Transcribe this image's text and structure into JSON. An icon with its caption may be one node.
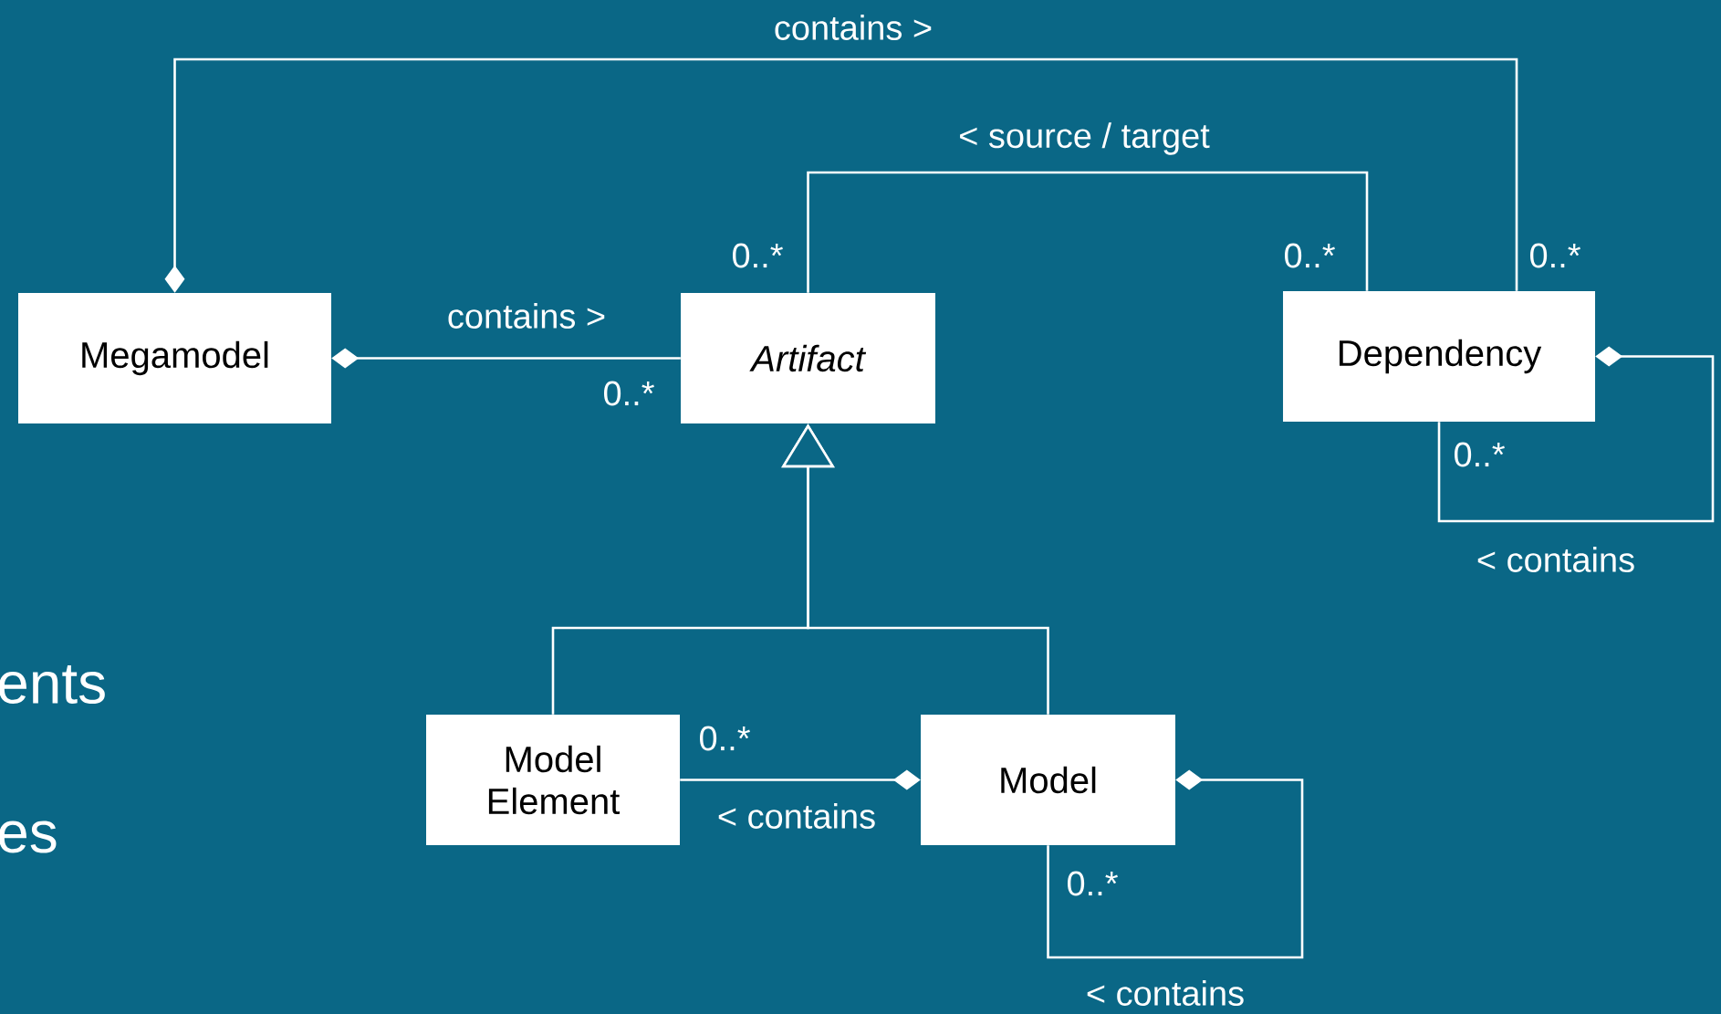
{
  "diagram": {
    "nodes": [
      {
        "text": [
          "Megamodel"
        ]
      },
      {
        "text": [
          "Artifact"
        ]
      },
      {
        "text": [
          "Dependency"
        ]
      },
      {
        "text": [
          "Model Element"
        ]
      },
      {
        "text": [
          "Model"
        ]
      }
    ],
    "edges": [
      {
        "from": 0,
        "to": 2,
        "arrow": "other",
        "label": "contains >"
      },
      {
        "from": 1,
        "to": 2,
        "arrow": "none",
        "label": "< source / target"
      },
      {
        "from": 0,
        "to": 1,
        "arrow": "other",
        "label": "contains >"
      },
      {
        "from": 2,
        "to": 2,
        "arrow": "other",
        "label": "< contains"
      },
      {
        "from": 3,
        "to": 1,
        "arrow": "to"
      },
      {
        "from": 4,
        "to": 1,
        "arrow": "to"
      },
      {
        "from": 4,
        "to": 3,
        "arrow": "other",
        "label": "< contains"
      },
      {
        "from": 4,
        "to": 4,
        "arrow": "other",
        "label": "< contains"
      }
    ],
    "labels": [
      "0..*",
      "0..*",
      "0..*",
      "0..*",
      "0..*",
      "ents",
      "0..*",
      "0..*",
      "es"
    ]
  }
}
